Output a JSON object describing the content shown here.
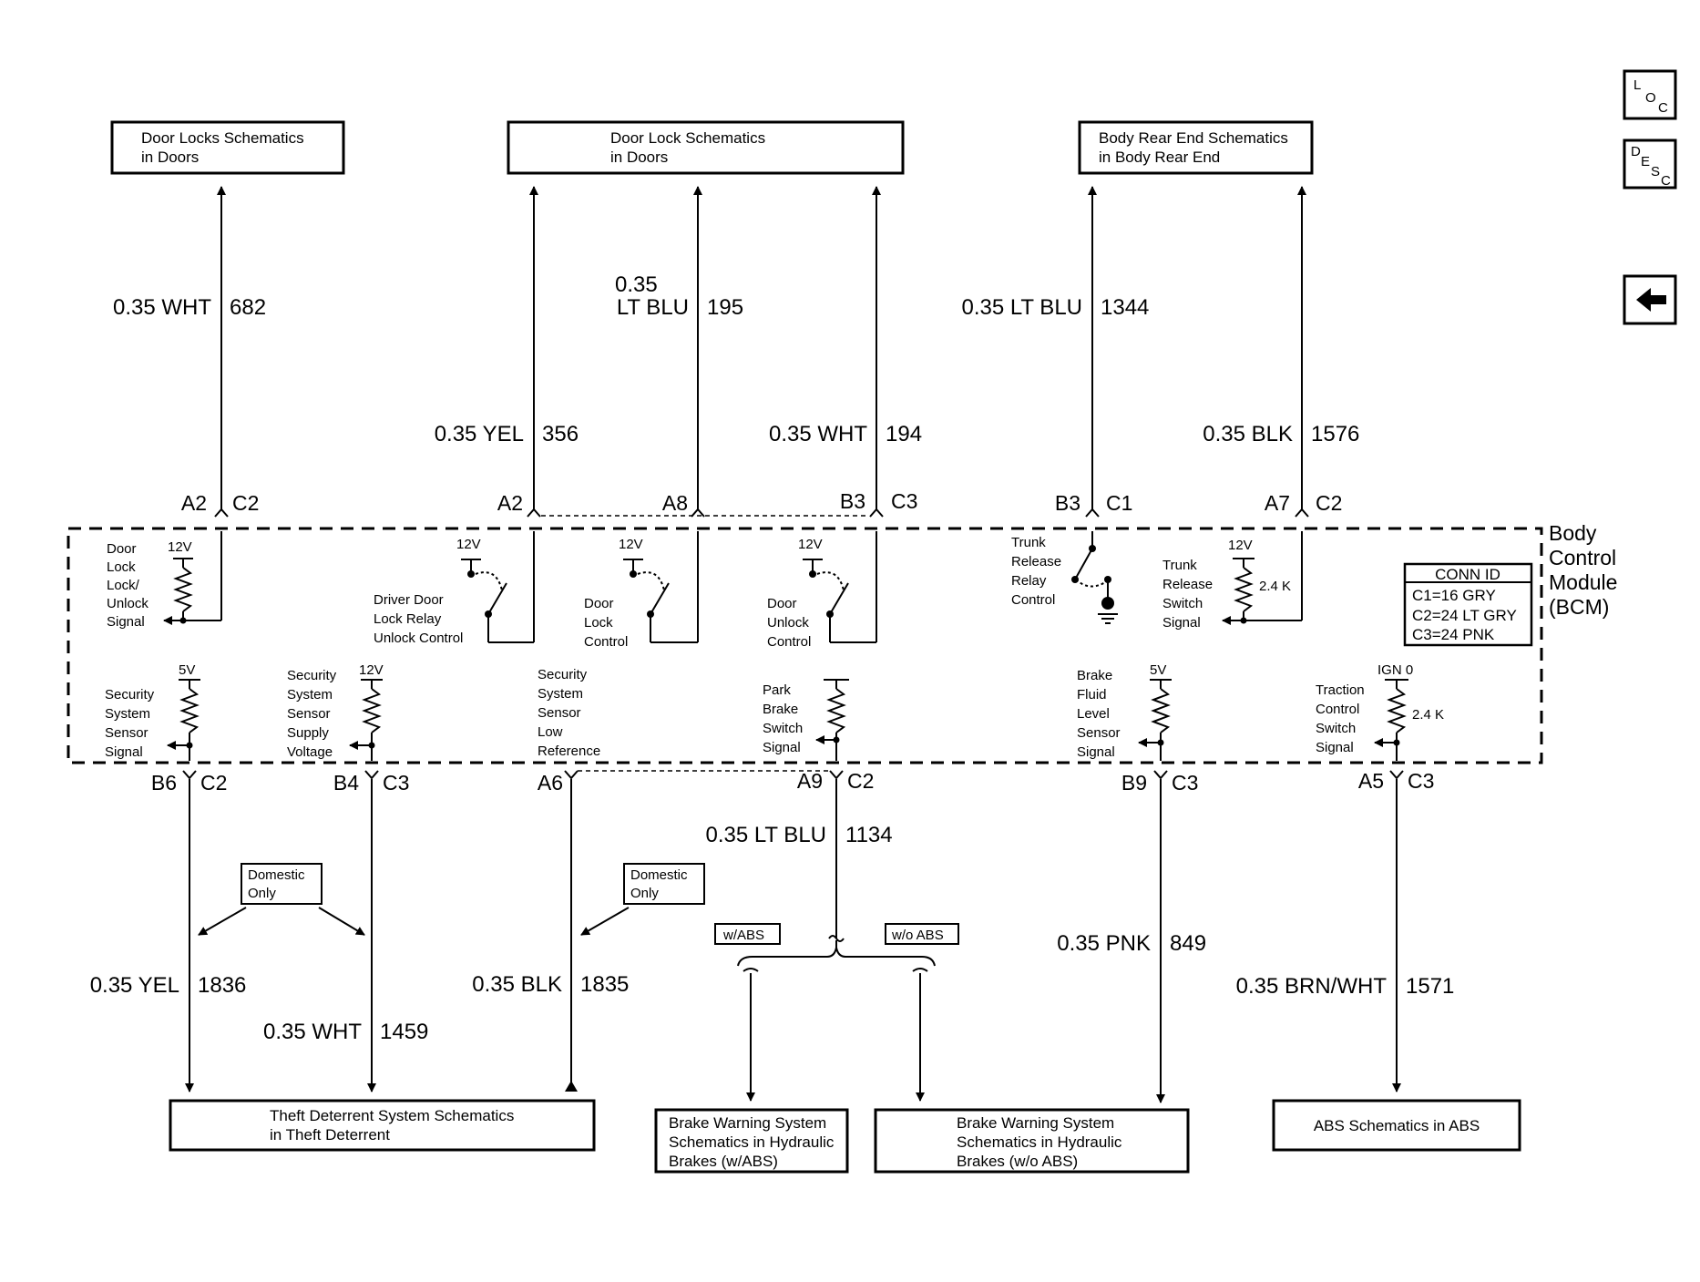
{
  "nav": {
    "loc": {
      "a": "L",
      "b": "O",
      "c": "C"
    },
    "desc": {
      "a": "D",
      "b": "E",
      "c": "S",
      "d": "C"
    },
    "back_icon": "left-arrow-icon"
  },
  "boxes": {
    "door_locks_doors": [
      "Door Locks Schematics",
      "in Doors"
    ],
    "door_lock_doors": [
      "Door Lock Schematics",
      "in Doors"
    ],
    "body_rear_end": [
      "Body Rear End Schematics",
      "in Body Rear End"
    ],
    "theft_deterrent": [
      "Theft Deterrent System Schematics",
      "in Theft Deterrent"
    ],
    "brake_abs": [
      "Brake Warning System",
      "Schematics in Hydraulic",
      "Brakes (w/ABS)"
    ],
    "brake_no_abs": [
      "Brake Warning System",
      "Schematics in Hydraulic",
      "Brakes (w/o ABS)"
    ],
    "abs": [
      "ABS Schematics in ABS"
    ]
  },
  "wires": {
    "w682": {
      "color": "0.35 WHT",
      "circuit": "682"
    },
    "w356": {
      "color": "0.35 YEL",
      "circuit": "356"
    },
    "w195": {
      "color_a": "0.35",
      "color_b": "LT BLU",
      "circuit": "195"
    },
    "w194": {
      "color": "0.35 WHT",
      "circuit": "194"
    },
    "w1344": {
      "color": "0.35 LT BLU",
      "circuit": "1344"
    },
    "w1576": {
      "color": "0.35 BLK",
      "circuit": "1576"
    },
    "w1134": {
      "color": "0.35 LT BLU",
      "circuit": "1134"
    },
    "w1836": {
      "color": "0.35 YEL",
      "circuit": "1836"
    },
    "w1459": {
      "color": "0.35 WHT",
      "circuit": "1459"
    },
    "w1835": {
      "color": "0.35 BLK",
      "circuit": "1835"
    },
    "w849": {
      "color": "0.35 PNK",
      "circuit": "849"
    },
    "w1571": {
      "color": "0.35 BRN/WHT",
      "circuit": "1571"
    }
  },
  "pins": {
    "top": [
      {
        "pin": "A2",
        "conn": "C2"
      },
      {
        "pin": "A2",
        "conn": ""
      },
      {
        "pin": "A8",
        "conn": ""
      },
      {
        "pin": "B3",
        "conn": "C3"
      },
      {
        "pin": "B3",
        "conn": "C1"
      },
      {
        "pin": "A7",
        "conn": "C2"
      }
    ],
    "bottom": [
      {
        "pin": "B6",
        "conn": "C2"
      },
      {
        "pin": "B4",
        "conn": "C3"
      },
      {
        "pin": "A6",
        "conn": ""
      },
      {
        "pin": "A9",
        "conn": "C2"
      },
      {
        "pin": "B9",
        "conn": "C3"
      },
      {
        "pin": "A5",
        "conn": "C3"
      }
    ]
  },
  "bcm": {
    "lines": [
      "Body",
      "Control",
      "Module",
      "(BCM)"
    ]
  },
  "conn_id": {
    "title": "CONN ID",
    "rows": [
      "C1=16 GRY",
      "C2=24 LT GRY",
      "C3=24 PNK"
    ]
  },
  "circuits": {
    "door_lock_signal": [
      "Door",
      "Lock",
      "Lock/",
      "Unlock",
      "Signal"
    ],
    "driver_door": [
      "Driver Door",
      "Lock Relay",
      "Unlock Control"
    ],
    "door_lock_control": [
      "Door",
      "Lock",
      "Control"
    ],
    "door_unlock_control": [
      "Door",
      "Unlock",
      "Control"
    ],
    "trunk_relay": [
      "Trunk",
      "Release",
      "Relay",
      "Control"
    ],
    "trunk_switch": [
      "Trunk",
      "Release",
      "Switch",
      "Signal"
    ],
    "sec_signal": [
      "Security",
      "System",
      "Sensor",
      "Signal"
    ],
    "sec_supply": [
      "Security",
      "System",
      "Sensor",
      "Supply",
      "Voltage"
    ],
    "sec_low": [
      "Security",
      "System",
      "Sensor",
      "Low",
      "Reference"
    ],
    "park_brake": [
      "Park",
      "Brake",
      "Switch",
      "Signal"
    ],
    "brake_fluid": [
      "Brake",
      "Fluid",
      "Level",
      "Sensor",
      "Signal"
    ],
    "traction": [
      "Traction",
      "Control",
      "Switch",
      "Signal"
    ]
  },
  "voltages": {
    "v12": "12V",
    "v5": "5V",
    "ign0": "IGN 0"
  },
  "resistors": {
    "r24": "2.4 K"
  },
  "options": {
    "w_abs": "w/ABS",
    "wo_abs": "w/o ABS",
    "domestic": [
      "Domestic",
      "Only"
    ]
  }
}
